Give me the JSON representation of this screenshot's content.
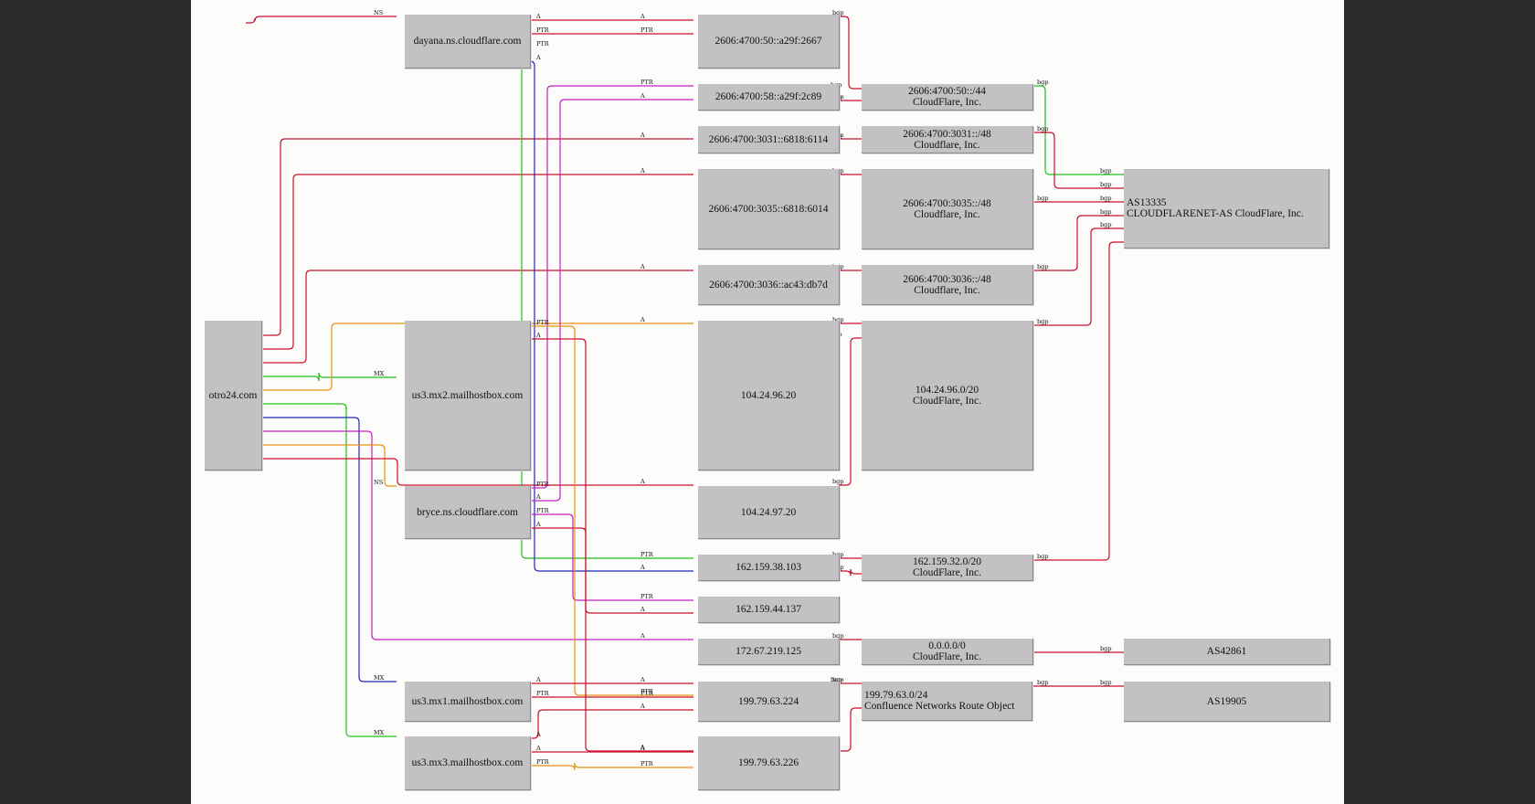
{
  "colors": {
    "red": "#c8102e",
    "green": "#1fbf1f",
    "blue": "#1e2ab5",
    "magenta": "#c21fc2",
    "orange": "#e69312",
    "node_fill": "#c3c1c3",
    "background": "#fcfcfa",
    "frame": "#2b2b2b"
  },
  "nodes": [
    {
      "id": "otro24",
      "lines": [
        "otro24.com"
      ]
    },
    {
      "id": "dayana",
      "lines": [
        "dayana.ns.cloudflare.com"
      ]
    },
    {
      "id": "mx2",
      "lines": [
        "us3.mx2.mailhostbox.com"
      ]
    },
    {
      "id": "bryce",
      "lines": [
        "bryce.ns.cloudflare.com"
      ]
    },
    {
      "id": "mx1",
      "lines": [
        "us3.mx1.mailhostbox.com"
      ]
    },
    {
      "id": "mx3",
      "lines": [
        "us3.mx3.mailhostbox.com"
      ]
    },
    {
      "id": "ip6_2667",
      "lines": [
        "2606:4700:50::a29f:2667"
      ]
    },
    {
      "id": "ip6_2c89",
      "lines": [
        "2606:4700:58::a29f:2c89"
      ]
    },
    {
      "id": "ip6_6114",
      "lines": [
        "2606:4700:3031::6818:6114"
      ]
    },
    {
      "id": "ip6_6014",
      "lines": [
        "2606:4700:3035::6818:6014"
      ]
    },
    {
      "id": "ip6_db7d",
      "lines": [
        "2606:4700:3036::ac43:db7d"
      ]
    },
    {
      "id": "ip_96_20",
      "lines": [
        "104.24.96.20"
      ]
    },
    {
      "id": "ip_97_20",
      "lines": [
        "104.24.97.20"
      ]
    },
    {
      "id": "ip_38_103",
      "lines": [
        "162.159.38.103"
      ]
    },
    {
      "id": "ip_44_137",
      "lines": [
        "162.159.44.137"
      ]
    },
    {
      "id": "ip_172",
      "lines": [
        "172.67.219.125"
      ]
    },
    {
      "id": "ip_224",
      "lines": [
        "199.79.63.224"
      ]
    },
    {
      "id": "ip_226",
      "lines": [
        "199.79.63.226"
      ]
    },
    {
      "id": "pfx_50_44",
      "lines": [
        "2606:4700:50::/44",
        "CloudFlare, Inc."
      ]
    },
    {
      "id": "pfx_3031",
      "lines": [
        "2606:4700:3031::/48",
        "Cloudflare, Inc."
      ]
    },
    {
      "id": "pfx_3035",
      "lines": [
        "2606:4700:3035::/48",
        "Cloudflare, Inc."
      ]
    },
    {
      "id": "pfx_3036",
      "lines": [
        "2606:4700:3036::/48",
        "Cloudflare, Inc."
      ]
    },
    {
      "id": "pfx_104",
      "lines": [
        "104.24.96.0/20",
        "CloudFlare, Inc."
      ]
    },
    {
      "id": "pfx_162",
      "lines": [
        "162.159.32.0/20",
        "CloudFlare, Inc."
      ]
    },
    {
      "id": "pfx_0",
      "lines": [
        "0.0.0.0/0",
        "CloudFlare, Inc."
      ]
    },
    {
      "id": "pfx_199",
      "lines": [
        "199.79.63.0/24",
        "Confluence Networks Route Object"
      ]
    },
    {
      "id": "as13335",
      "lines": [
        "AS13335",
        "CLOUDFLARENET-AS CloudFlare, Inc."
      ]
    },
    {
      "id": "as42861",
      "lines": [
        "AS42861"
      ]
    },
    {
      "id": "as19905",
      "lines": [
        "AS19905"
      ]
    }
  ],
  "edges": [
    {
      "from": "otro24",
      "to": "dayana",
      "src_label": "",
      "dst_label": "NS",
      "color": "red"
    },
    {
      "from": "otro24",
      "to": "ip6_6114",
      "src_label": "A",
      "dst_label": "A",
      "color": "red"
    },
    {
      "from": "otro24",
      "to": "ip6_6014",
      "src_label": "A",
      "dst_label": "A",
      "color": "red"
    },
    {
      "from": "otro24",
      "to": "ip6_db7d",
      "src_label": "A",
      "dst_label": "A",
      "color": "red"
    },
    {
      "from": "otro24",
      "to": "mx2",
      "src_label": "MX",
      "dst_label": "MX",
      "color": "green"
    },
    {
      "from": "otro24",
      "to": "ip_96_20",
      "src_label": "A",
      "dst_label": "A",
      "color": "orange"
    },
    {
      "from": "otro24",
      "to": "mx3",
      "src_label": "MX",
      "dst_label": "MX",
      "color": "green"
    },
    {
      "from": "otro24",
      "to": "mx1",
      "src_label": "MX",
      "dst_label": "MX",
      "color": "blue"
    },
    {
      "from": "otro24",
      "to": "ip_172",
      "src_label": "A",
      "dst_label": "A",
      "color": "magenta"
    },
    {
      "from": "otro24",
      "to": "bryce",
      "src_label": "NS",
      "dst_label": "NS",
      "color": "orange"
    },
    {
      "from": "otro24",
      "to": "ip_97_20",
      "src_label": "A",
      "dst_label": "A",
      "color": "red"
    },
    {
      "from": "dayana",
      "to": "ip6_2667",
      "src_label": "A",
      "dst_label": "A",
      "color": "red"
    },
    {
      "from": "ip6_2667",
      "to": "dayana",
      "src_label": "PTR",
      "dst_label": "PTR",
      "color": "red"
    },
    {
      "from": "ip_38_103",
      "to": "dayana",
      "src_label": "PTR",
      "dst_label": "PTR",
      "color": "green"
    },
    {
      "from": "dayana",
      "to": "ip_38_103",
      "src_label": "A",
      "dst_label": "A",
      "color": "blue"
    },
    {
      "from": "ip6_2c89",
      "to": "bryce",
      "src_label": "PTR",
      "dst_label": "PTR",
      "color": "magenta"
    },
    {
      "from": "bryce",
      "to": "ip6_2c89",
      "src_label": "A",
      "dst_label": "A",
      "color": "magenta"
    },
    {
      "from": "ip_44_137",
      "to": "bryce",
      "src_label": "PTR",
      "dst_label": "PTR",
      "color": "magenta"
    },
    {
      "from": "bryce",
      "to": "ip_44_137",
      "src_label": "A",
      "dst_label": "A",
      "color": "red"
    },
    {
      "from": "ip_224",
      "to": "mx2",
      "src_label": "PTR",
      "dst_label": "PTR",
      "color": "orange"
    },
    {
      "from": "mx2",
      "to": "ip_226",
      "src_label": "A",
      "dst_label": "A",
      "color": "red"
    },
    {
      "from": "mx1",
      "to": "ip_224",
      "src_label": "A",
      "dst_label": "A",
      "color": "red"
    },
    {
      "from": "ip_224",
      "to": "mx1",
      "src_label": "PTR",
      "dst_label": "PTR",
      "color": "red"
    },
    {
      "from": "mx3",
      "to": "ip_224",
      "src_label": "A",
      "dst_label": "A",
      "color": "red"
    },
    {
      "from": "mx3",
      "to": "ip_226",
      "src_label": "A",
      "dst_label": "A",
      "color": "red"
    },
    {
      "from": "ip_226",
      "to": "mx3",
      "src_label": "PTR",
      "dst_label": "PTR",
      "color": "orange"
    },
    {
      "from": "ip6_2667",
      "to": "pfx_50_44",
      "src_label": "bgp",
      "dst_label": "bgp",
      "color": "red"
    },
    {
      "from": "ip6_2c89",
      "to": "pfx_50_44",
      "src_label": "bgp",
      "dst_label": "bgp",
      "color": "red"
    },
    {
      "from": "ip6_6114",
      "to": "pfx_3031",
      "src_label": "bgp",
      "dst_label": "bgp",
      "color": "red"
    },
    {
      "from": "ip6_6014",
      "to": "pfx_3035",
      "src_label": "bgp",
      "dst_label": "",
      "color": "red"
    },
    {
      "from": "ip6_db7d",
      "to": "pfx_3036",
      "src_label": "bgp",
      "dst_label": "",
      "color": "red"
    },
    {
      "from": "ip_96_20",
      "to": "pfx_104",
      "src_label": "bgp",
      "dst_label": "",
      "color": "red"
    },
    {
      "from": "ip_97_20",
      "to": "pfx_104",
      "src_label": "bgp",
      "dst_label": "bgp",
      "color": "red"
    },
    {
      "from": "ip_38_103",
      "to": "pfx_162",
      "src_label": "bgp",
      "dst_label": "",
      "color": "red"
    },
    {
      "from": "ip_44_137",
      "to": "pfx_162",
      "src_label": "bgp",
      "dst_label": "",
      "color": "red"
    },
    {
      "from": "ip_172",
      "to": "pfx_0",
      "src_label": "bgp",
      "dst_label": "",
      "color": "red"
    },
    {
      "from": "ip_224",
      "to": "pfx_199",
      "src_label": "bgp",
      "dst_label": "bgp",
      "color": "red"
    },
    {
      "from": "ip_226",
      "to": "pfx_199",
      "src_label": "",
      "dst_label": "",
      "color": "red"
    },
    {
      "from": "pfx_50_44",
      "to": "as13335",
      "src_label": "bgp",
      "dst_label": "bgp",
      "color": "green"
    },
    {
      "from": "pfx_3031",
      "to": "as13335",
      "src_label": "bgp",
      "dst_label": "bgp",
      "color": "red"
    },
    {
      "from": "pfx_3035",
      "to": "as13335",
      "src_label": "bgp",
      "dst_label": "bgp",
      "color": "red"
    },
    {
      "from": "pfx_3036",
      "to": "as13335",
      "src_label": "bgp",
      "dst_label": "bgp",
      "color": "red"
    },
    {
      "from": "pfx_104",
      "to": "as13335",
      "src_label": "bgp",
      "dst_label": "bgp",
      "color": "red"
    },
    {
      "from": "pfx_162",
      "to": "as13335",
      "src_label": "bgp",
      "dst_label": "",
      "color": "red"
    },
    {
      "from": "pfx_0",
      "to": "as42861",
      "src_label": "",
      "dst_label": "bgp",
      "color": "red"
    },
    {
      "from": "pfx_199",
      "to": "as19905",
      "src_label": "bgp",
      "dst_label": "bgp",
      "color": "red"
    }
  ]
}
